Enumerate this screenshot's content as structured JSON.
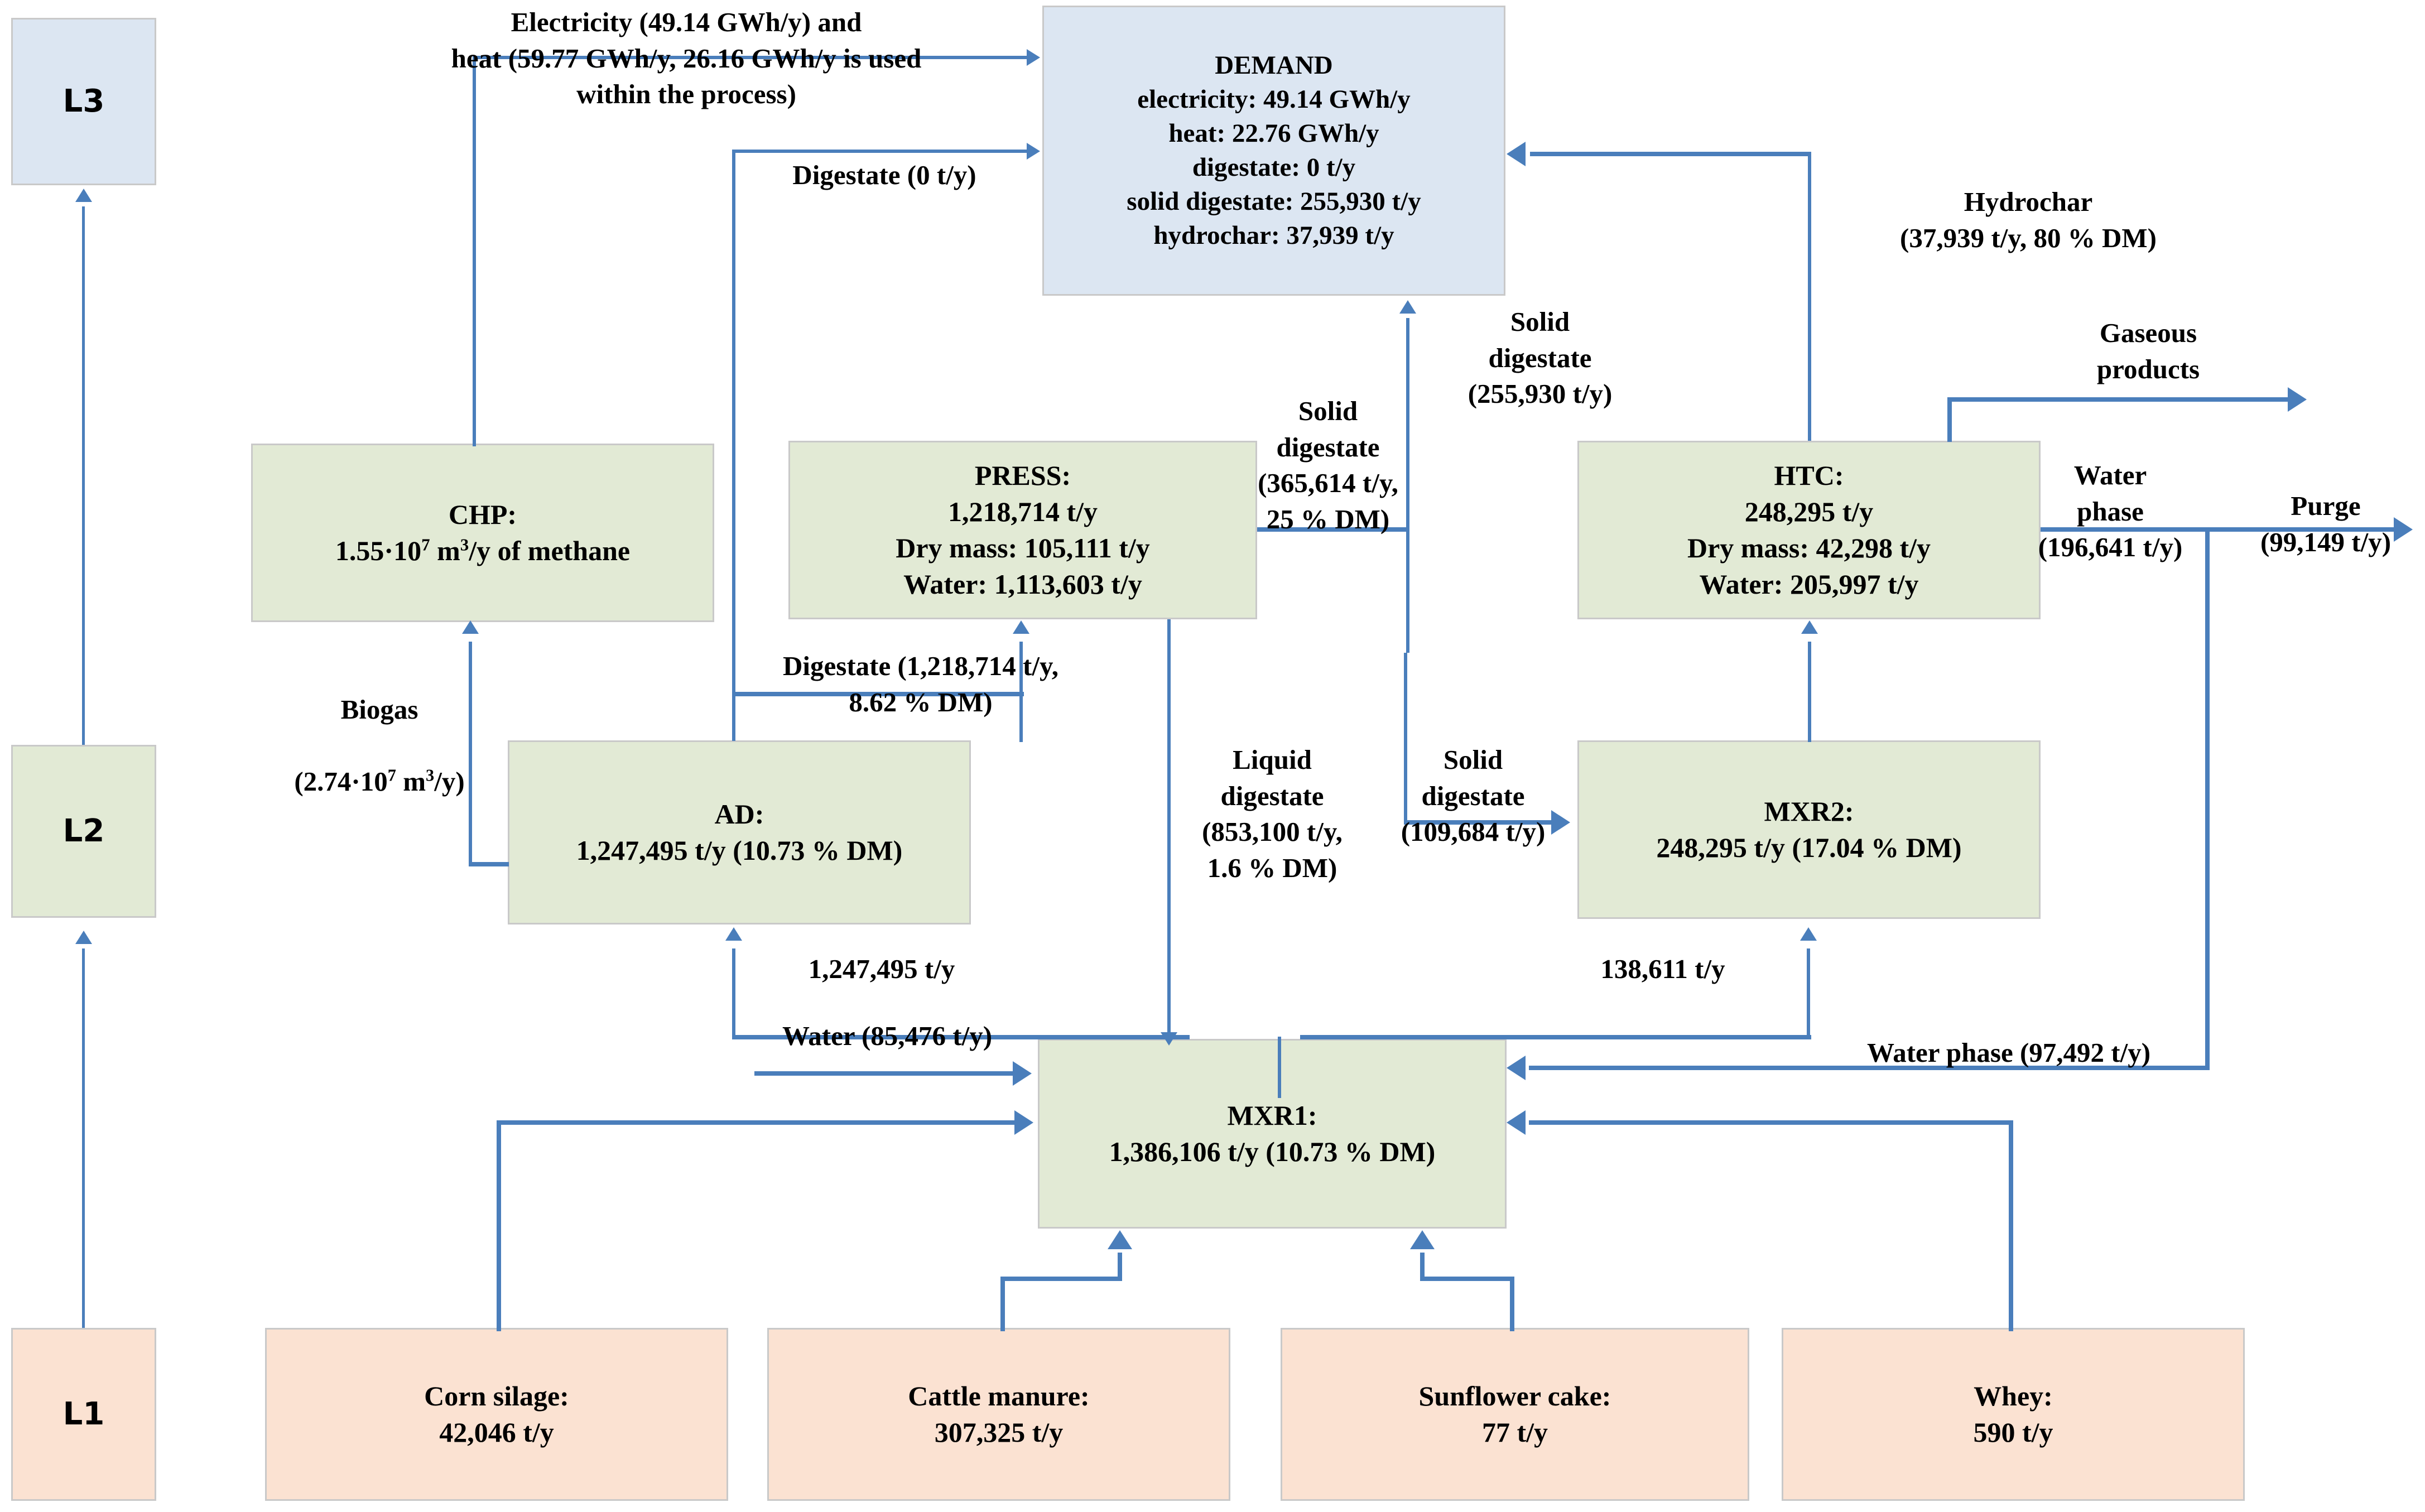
{
  "diagram": {
    "title": "Biogas / HTC process flow diagram",
    "colors": {
      "demand_box": "#dce6f2",
      "process_box": "#e2ead5",
      "feedstock_box": "#fbe2d2",
      "arrow": "#4a7ebb",
      "box_border": "#c9c9c9"
    }
  },
  "levels": {
    "l1": "L1",
    "l2": "L2",
    "l3": "L3"
  },
  "boxes": {
    "demand": {
      "title": "DEMAND",
      "lines": [
        "electricity: 49.14 GWh/y",
        "heat: 22.76 GWh/y",
        "digestate: 0 t/y",
        "solid digestate: 255,930 t/y",
        "hydrochar: 37,939 t/y"
      ]
    },
    "chp": {
      "title": "CHP:",
      "line1_pre": "1.55",
      "line1_mid": "·10",
      "line1_exp": "7",
      "line1_post": " m",
      "line1_exp2": "3",
      "line1_tail": "/y of methane"
    },
    "press": {
      "title": "PRESS:",
      "lines": [
        "1,218,714 t/y",
        "Dry mass: 105,111 t/y",
        "Water:  1,113,603 t/y"
      ]
    },
    "htc": {
      "title": "HTC:",
      "lines": [
        "248,295  t/y",
        "Dry mass: 42,298 t/y",
        "Water: 205,997 t/y"
      ]
    },
    "ad": {
      "title": "AD:",
      "lines": [
        "1,247,495 t/y (10.73 % DM)"
      ]
    },
    "mxr2": {
      "title": "MXR2:",
      "lines": [
        "248,295 t/y (17.04 % DM)"
      ]
    },
    "mxr1": {
      "title": "MXR1:",
      "lines": [
        "1,386,106 t/y (10.73 % DM)"
      ]
    },
    "corn_silage": {
      "title": "Corn silage:",
      "value": "42,046 t/y"
    },
    "cattle_manure": {
      "title": "Cattle manure:",
      "value": "307,325 t/y"
    },
    "sunflower_cake": {
      "title": "Sunflower cake:",
      "value": "77 t/y"
    },
    "whey": {
      "title": "Whey:",
      "value": "590 t/y"
    }
  },
  "flow_labels": {
    "electricity_heat": "Electricity (49.14 GWh/y) and\nheat (59.77 GWh/y, 26.16 GWh/y is used\nwithin the process)",
    "digestate_zero": "Digestate (0 t/y)",
    "hydrochar": "Hydrochar\n(37,939 t/y, 80 % DM)",
    "solid_digestate_demand": "Solid\ndigestate\n(255,930 t/y)",
    "solid_digestate_press": "Solid\ndigestate\n(365,614 t/y,\n25 % DM)",
    "gaseous_products": "Gaseous\nproducts",
    "water_phase_purge": "Water\nphase\n(196,641 t/y)",
    "purge": "Purge\n(99,149 t/y)",
    "biogas": "Biogas\n(2.74",
    "biogas_sup": "7",
    "biogas_tail": " m",
    "biogas_sup2": "3",
    "biogas_end": "/y)",
    "biogas_full": "Biogas (2.74·10^7 m3/y)",
    "digestate_press": "Digestate (1,218,714 t/y,\n8.62 % DM)",
    "liquid_digestate": "Liquid\ndigestate\n(853,100 t/y,\n1.6 % DM)",
    "solid_digestate_mxr2": "Solid\ndigestate\n(109,684 t/y)",
    "ad_feed": "1,247,495 t/y",
    "mxr2_feed": "138,611 t/y",
    "water_in": "Water (85,476 t/y)",
    "water_phase_mxr1": "Water phase (97,492 t/y)"
  }
}
